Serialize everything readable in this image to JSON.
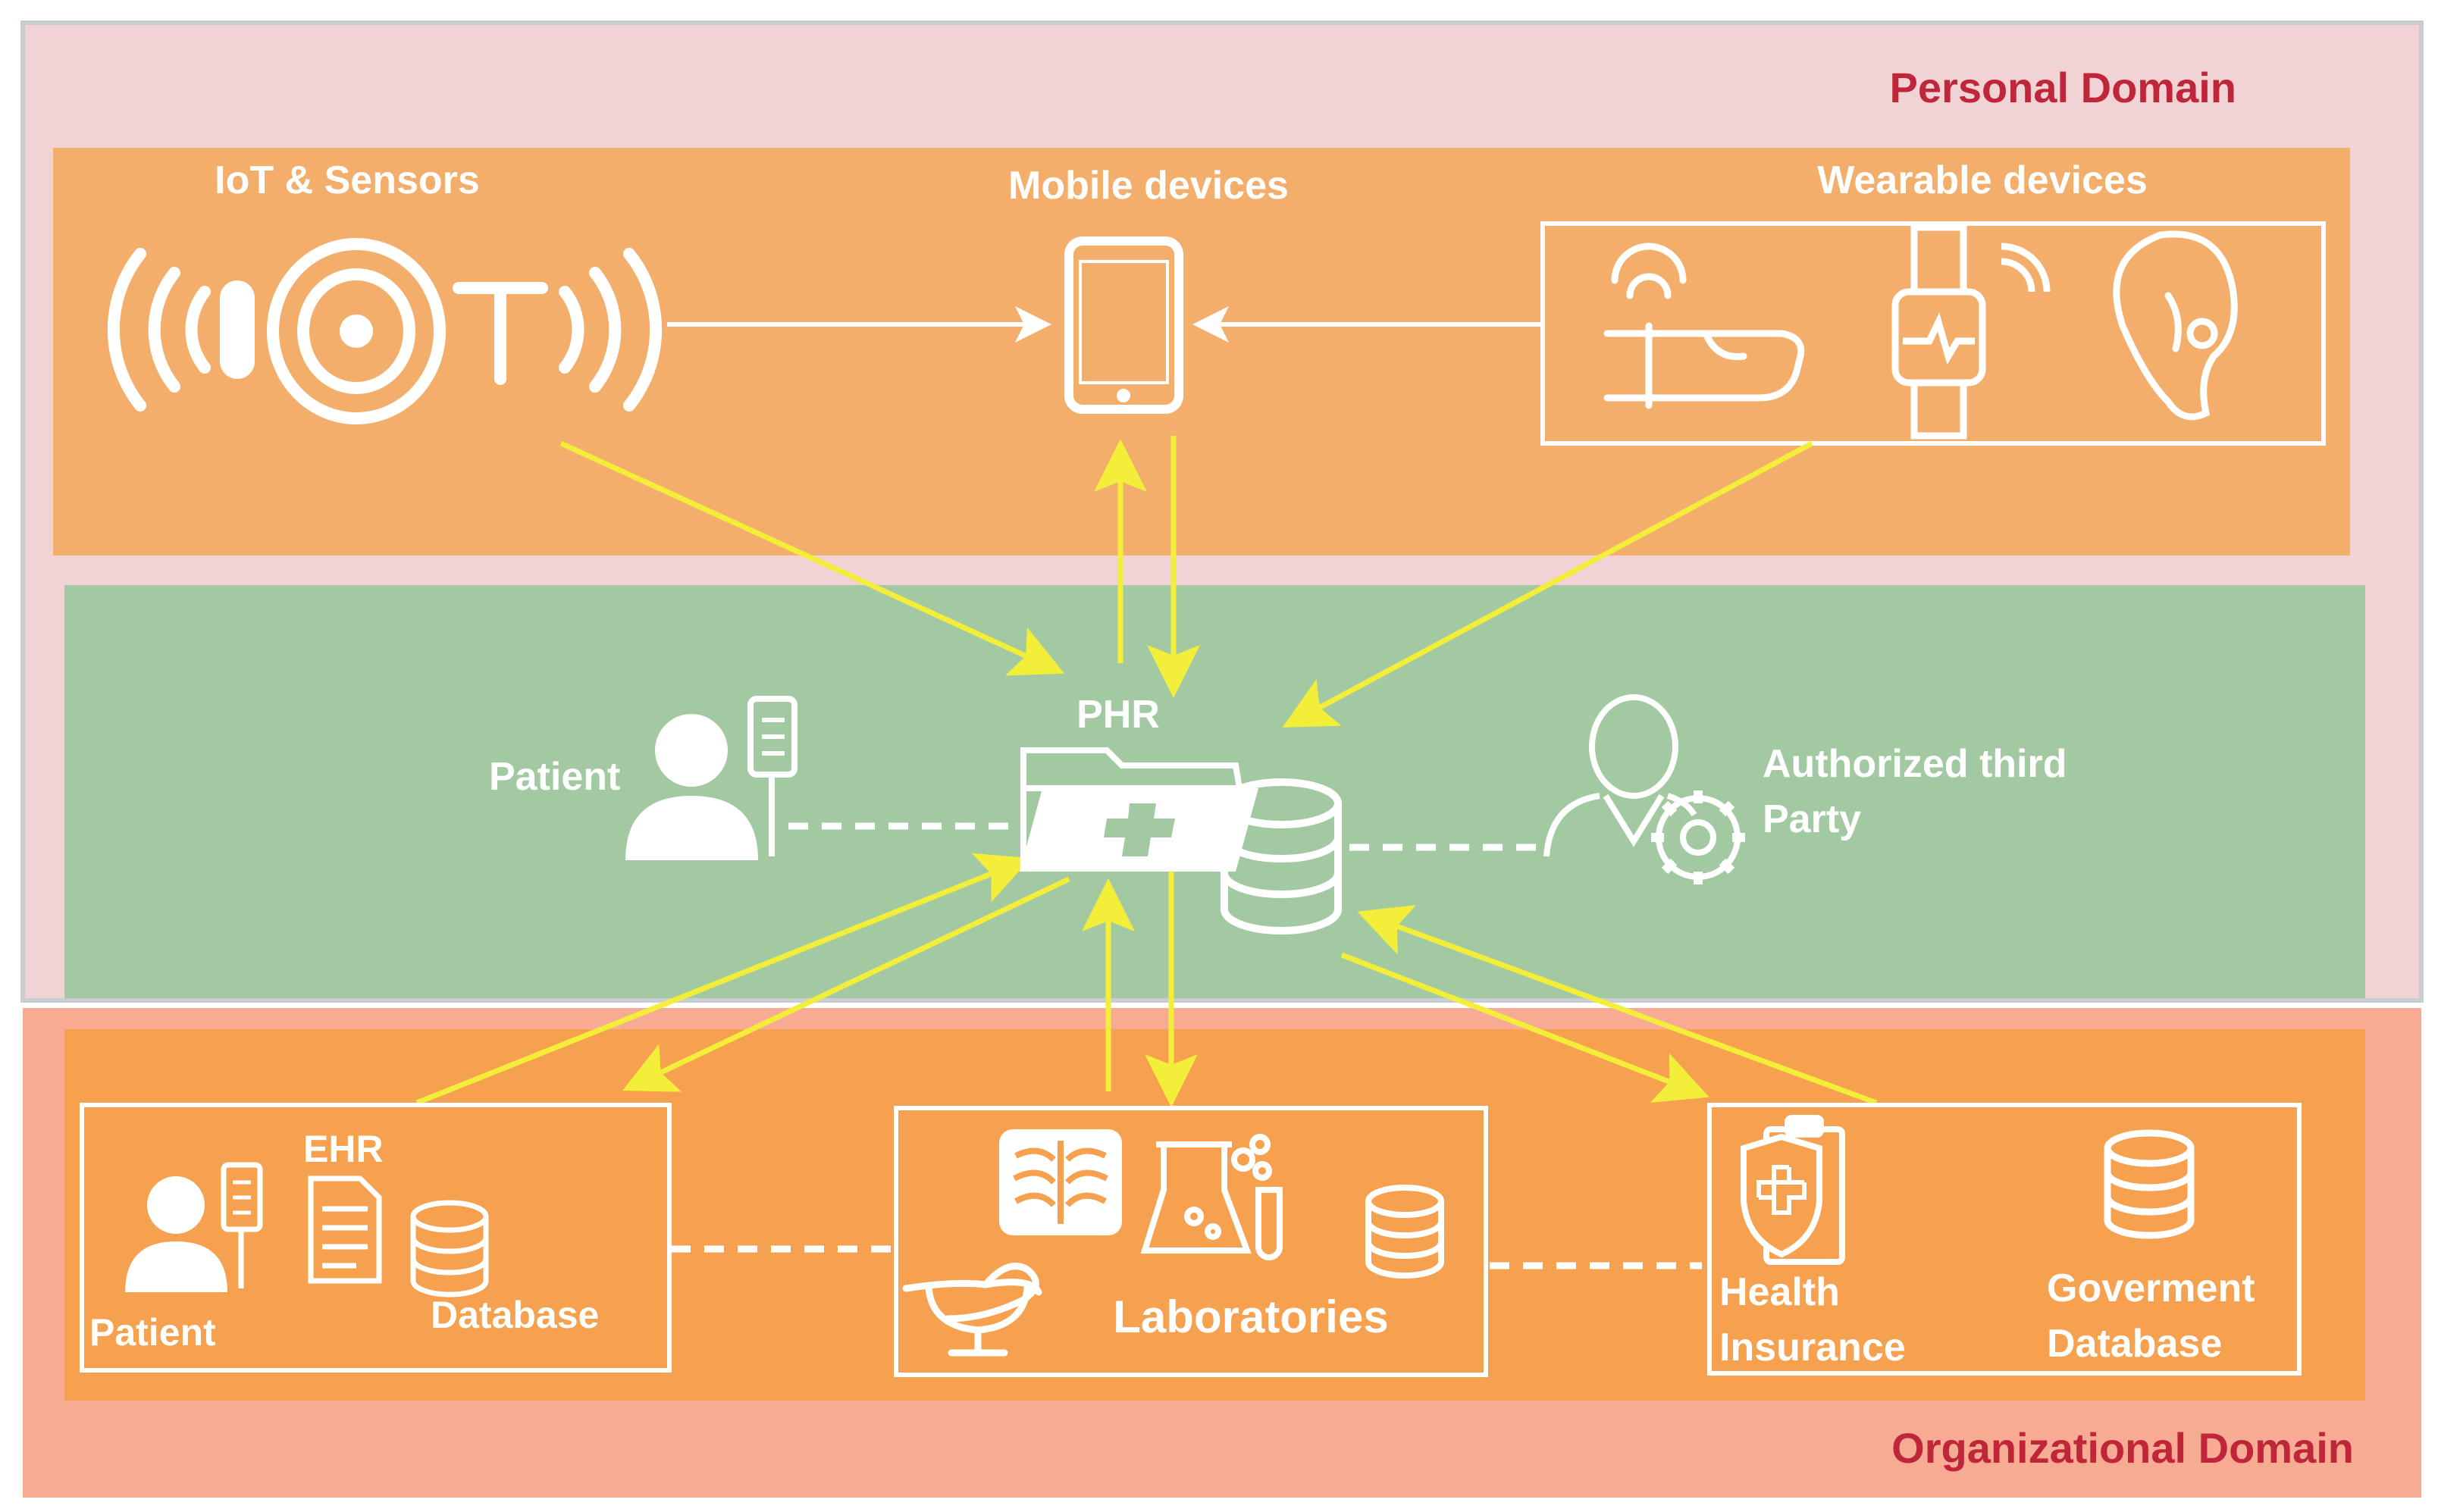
{
  "domains": {
    "personal": {
      "label": "Personal Domain",
      "color": "#c0263a"
    },
    "organizational": {
      "label": "Organizational Domain",
      "color": "#c0263a"
    }
  },
  "personal": {
    "iot": {
      "label": "IoT & Sensors",
      "logo_text": "((I◎T))"
    },
    "mobile": {
      "label": "Mobile devices"
    },
    "wearable": {
      "label": "Wearable devices"
    }
  },
  "center": {
    "phr": {
      "label": "PHR"
    },
    "patient": {
      "label": "Patient"
    },
    "third_party": {
      "label_line1": "Authorized third",
      "label_line2": "Party"
    }
  },
  "organizational": {
    "ehr_box": {
      "ehr_label": "EHR",
      "patient_label": "Patient",
      "database_label": "Database"
    },
    "lab_box": {
      "label": "Laboratories"
    },
    "gov_box": {
      "insurance_line1": "Health",
      "insurance_line2": "Insurance",
      "gov_line1": "Goverment",
      "gov_line2": "Database"
    }
  },
  "colors": {
    "outer_personal_bg": "#f1d3d6",
    "outer_org_bg": "#f8ab93",
    "orange_band": "#f3ae6b",
    "org_band": "#f6a14f",
    "green_band": "#a3c9a2",
    "arrow_yellow": "#f3ee3a",
    "white": "#ffffff"
  },
  "icons": [
    "iot-logo-icon",
    "smartphone-icon",
    "wrist-sensor-icon",
    "smartwatch-icon",
    "hearing-aid-icon",
    "patient-icon",
    "phr-folder-icon",
    "database-icon",
    "third-party-gear-icon",
    "ehr-document-icon",
    "xray-icon",
    "flask-icon",
    "test-tube-icon",
    "pharmacy-icon",
    "insurance-shield-icon"
  ]
}
